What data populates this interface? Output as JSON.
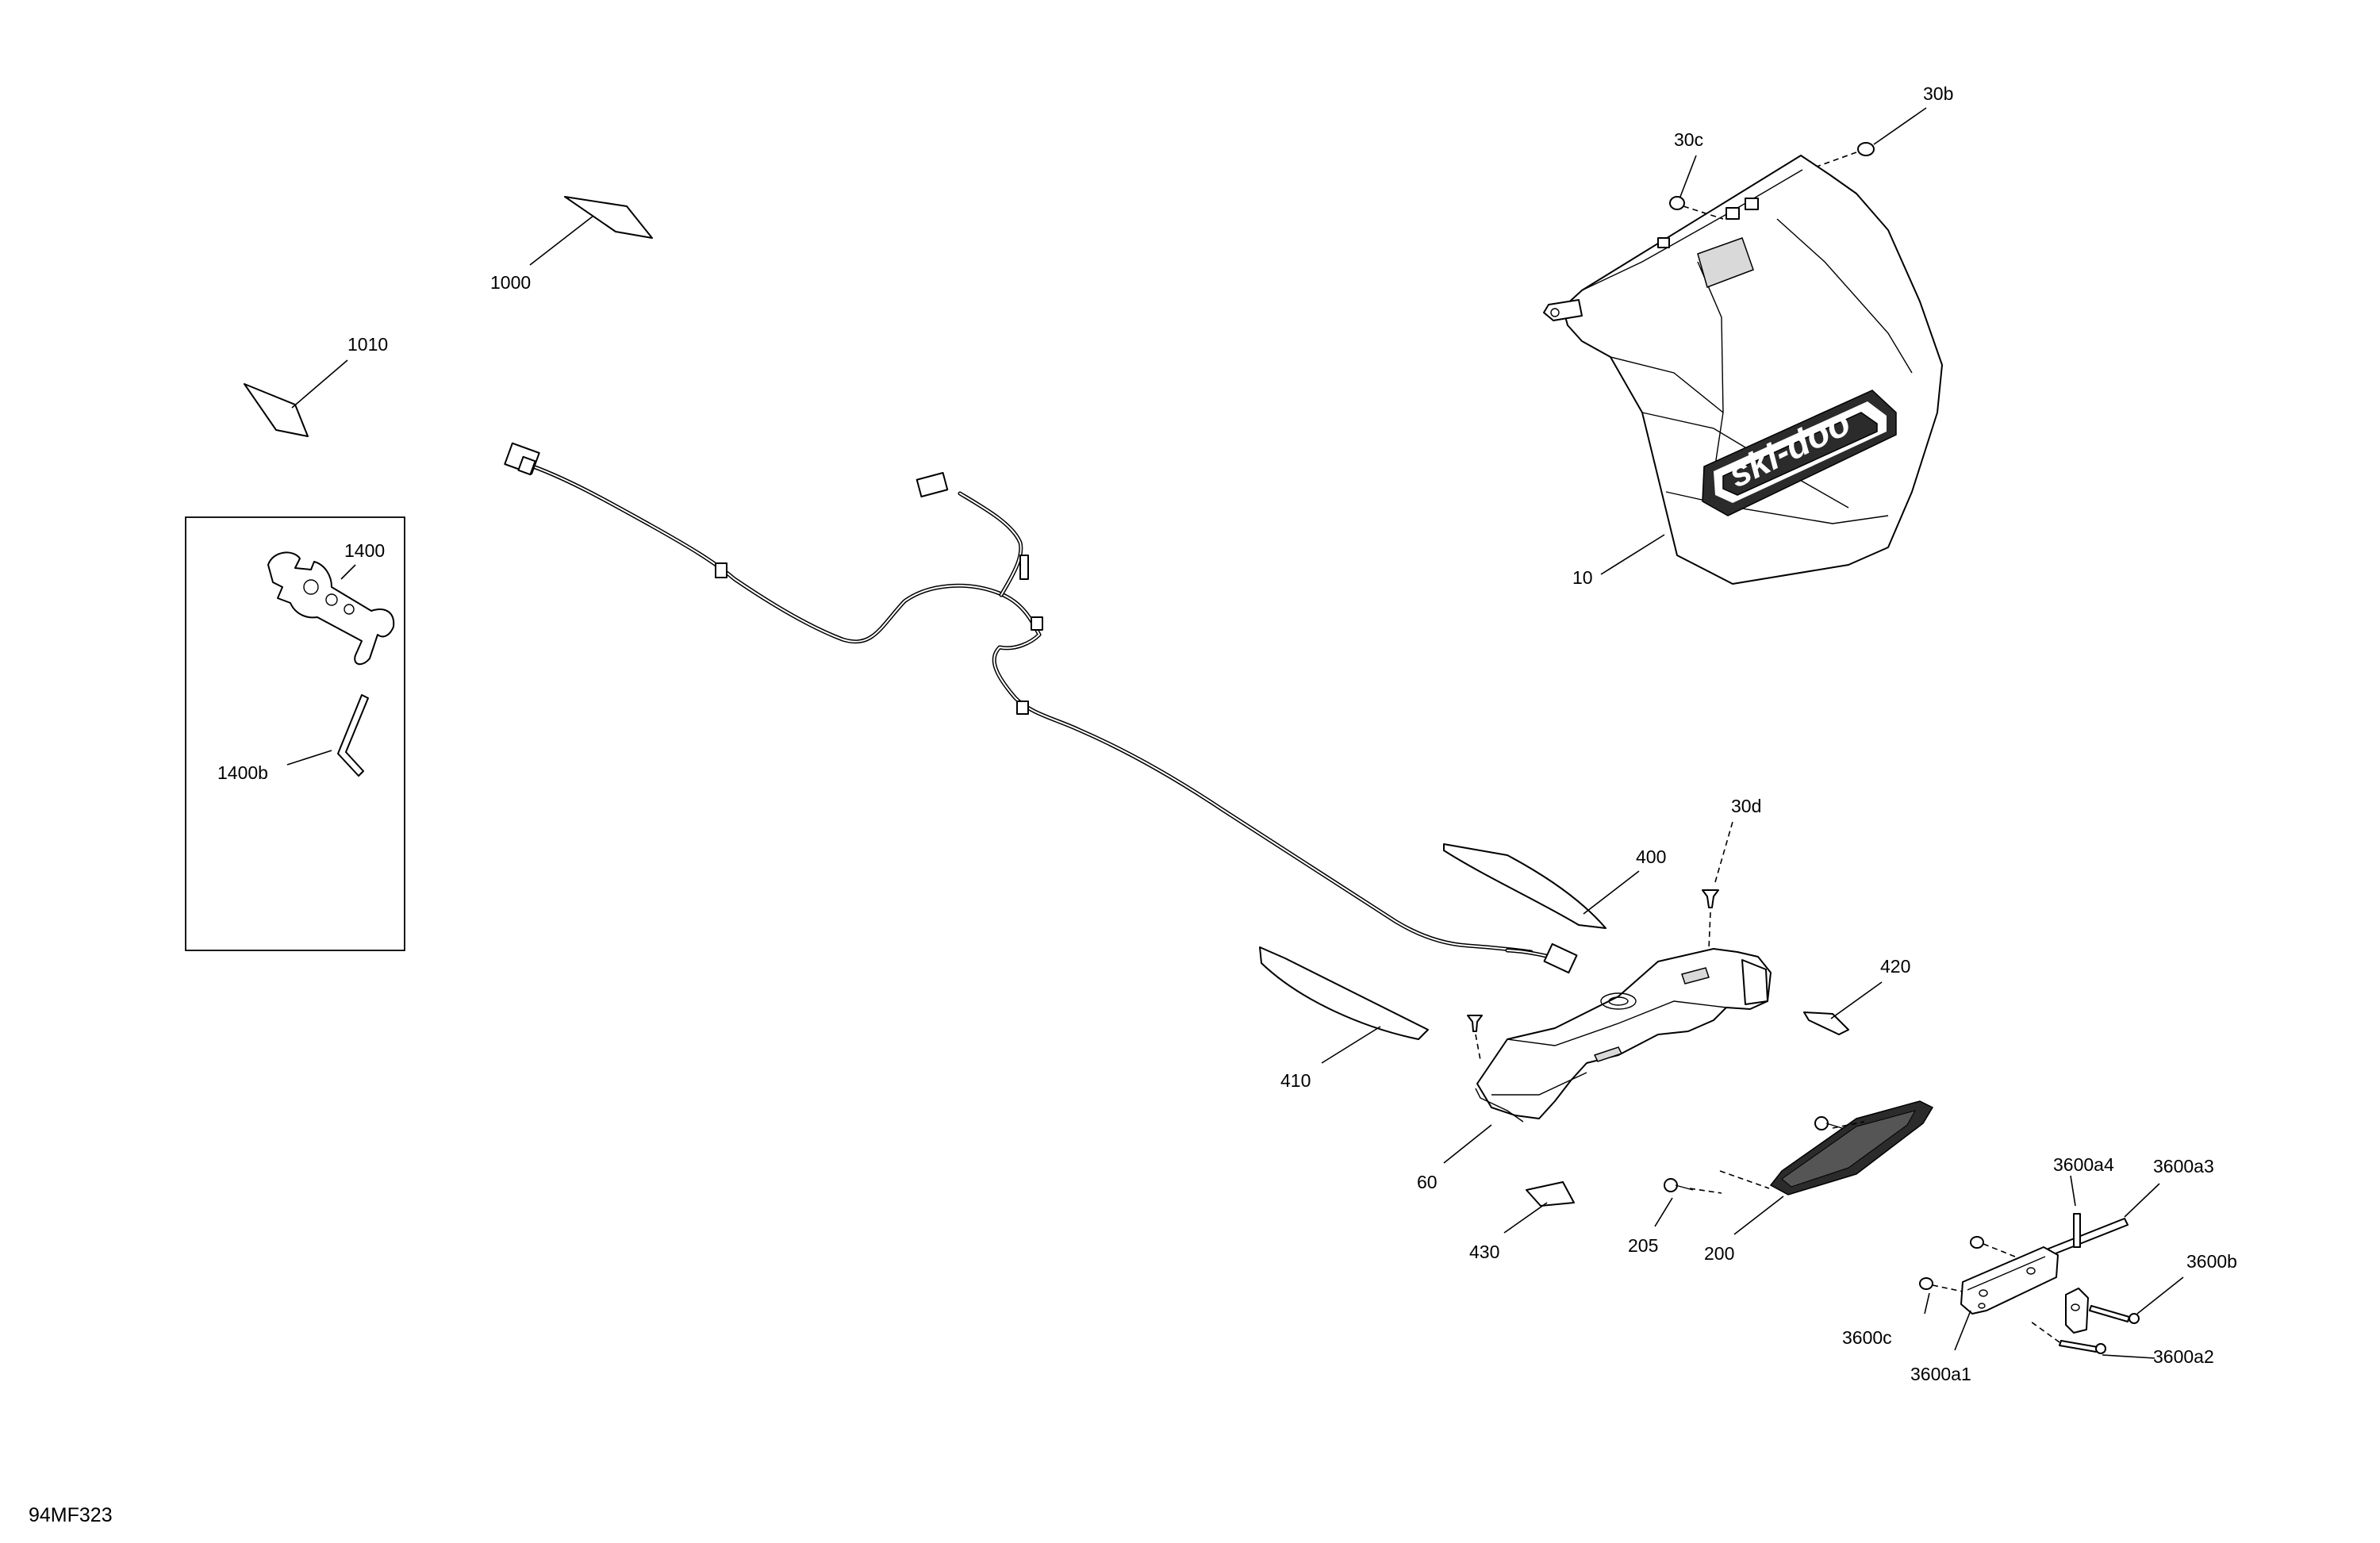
{
  "document_code": "94MF323",
  "parts": {
    "p10": "10",
    "p30b": "30b",
    "p30c": "30c",
    "p30d": "30d",
    "p60": "60",
    "p200": "200",
    "p205": "205",
    "p400": "400",
    "p410": "410",
    "p420": "420",
    "p430": "430",
    "p1000": "1000",
    "p1010": "1010",
    "p1400": "1400",
    "p1400b": "1400b",
    "p3600a1": "3600a1",
    "p3600a2": "3600a2",
    "p3600a3": "3600a3",
    "p3600a4": "3600a4",
    "p3600b": "3600b",
    "p3600c": "3600c"
  },
  "flap_logo": "ski-doo"
}
